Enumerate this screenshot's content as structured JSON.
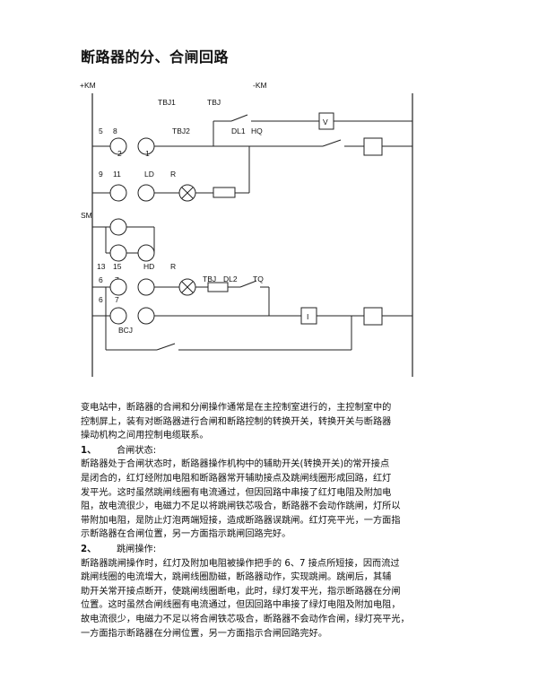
{
  "title": "断路器的分、合闸回路",
  "diagram": {
    "labels": {
      "bus_plus": "+KM",
      "bus_minus": "-KM",
      "tbj1": "TBJ1",
      "tbj": "TBJ",
      "n5": "5",
      "n8": "8",
      "tbj2": "TBJ2",
      "dl1": "DL1",
      "hq": "HQ",
      "v": "V",
      "n2": "2",
      "n1": "1",
      "n9": "9",
      "n11": "11",
      "ld": "LD",
      "r1": "R",
      "sm": "SM",
      "n13": "13",
      "n15": "15",
      "hd": "HD",
      "r2": "R",
      "n6a": "6",
      "n7a": "7",
      "tbj3": "TBJ",
      "dl2": "DL2",
      "tq": "TQ",
      "n6b": "6",
      "n7b": "7",
      "i": "I",
      "bcj": "BCJ"
    }
  },
  "body": {
    "intro": [
      "变电站中，断路器的合闸和分闸操作通常是在主控制室进行的，主控制室中的",
      "控制屏上，装有对断路器进行合闸和断路控制的转换开关，转换开关与断路器",
      "操动机构之间用控制电缆联系。"
    ],
    "section1": {
      "number": "1、",
      "heading": "合闸状态:",
      "lines": [
        "断路器处于合闸状态时，断路器操作机构中的辅助开关(转换开关)的常开接点",
        "是闭合的，红灯经附加电阻和断路器常开辅助接点及跳闸线圈形成回路，红灯",
        "发平光。这时虽然跳闸线圈有电流通过，但因回路中串接了红灯电阻及附加电",
        "阻，故电流很少，电磁力不足以将跳闸铁芯吸合，断路器不会动作跳闸，灯所以",
        "带附加电阻，是防止灯泡两端短接，造成断路器误跳闸。红灯亮平光，一方面指",
        "示断路器在合闸位置，另一方面指示跳闸回路完好。"
      ]
    },
    "section2": {
      "number": "2、",
      "heading": "跳闸操作:",
      "lines": [
        "断路器跳闸操作时，红灯及附加电阻被操作把手的        6、7 接点所短接，因而流过",
        "跳闸线圈的电流增大，跳闸线圈励磁，断路器动作，实现跳闸。跳闸后，其辅",
        "助开关常开接点断开，使跳闸线圈断电，此时，绿灯发平光，指示断路器在分闸",
        "位置。这时虽然合闸线圈有电流通过，但因回路中串接了绿灯电阻及附加电阻，",
        "故电流很少，电磁力不足以将合闸铁芯吸合，断路器不会动作合闸，绿灯亮平光，",
        "一方面指示断路器在分闸位置，另一方面指示合闸回路完好。"
      ]
    }
  }
}
